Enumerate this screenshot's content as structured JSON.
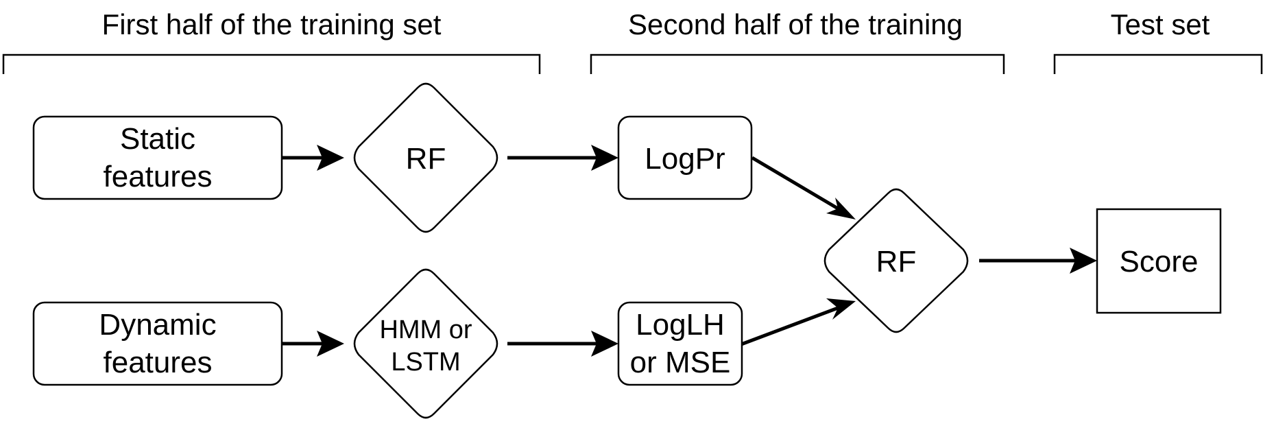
{
  "headers": {
    "first_half": "First half of the training set",
    "second_half": "Second half of the training",
    "test_set": "Test set"
  },
  "nodes": {
    "static_features": [
      "Static",
      "features"
    ],
    "dynamic_features": [
      "Dynamic",
      "features"
    ],
    "rf_first": "RF",
    "hmm_lstm": [
      "HMM or",
      "LSTM"
    ],
    "logpr": "LogPr",
    "loglh_mse": [
      "LogLH",
      "or MSE"
    ],
    "rf_second": "RF",
    "score": "Score"
  },
  "edges": [
    {
      "from": "Static features",
      "to": "RF"
    },
    {
      "from": "RF",
      "to": "LogPr"
    },
    {
      "from": "Dynamic features",
      "to": "HMM or LSTM"
    },
    {
      "from": "HMM or LSTM",
      "to": "LogLH or MSE"
    },
    {
      "from": "LogPr",
      "to": "RF"
    },
    {
      "from": "LogLH or MSE",
      "to": "RF"
    },
    {
      "from": "RF",
      "to": "Score"
    }
  ]
}
